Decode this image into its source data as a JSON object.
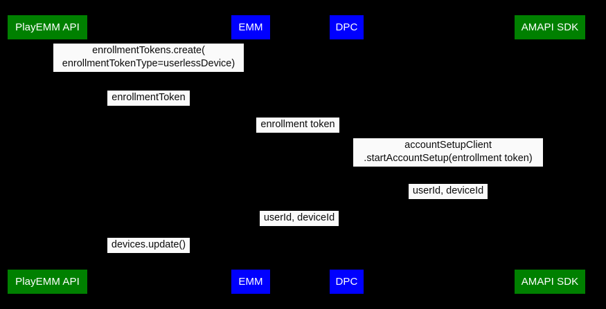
{
  "diagram": {
    "type": "uml-sequence-diagram",
    "background_color": "#000000",
    "label_background_color": "#fafafa",
    "label_text_color": "#0a0a0a",
    "participant_colors": {
      "green": "#008000",
      "blue": "#0000ff",
      "text": "#ffffff"
    },
    "participants": [
      {
        "id": "playemm-api",
        "label": "PlayEMM API",
        "color": "green"
      },
      {
        "id": "emm",
        "label": "EMM",
        "color": "blue"
      },
      {
        "id": "dpc",
        "label": "DPC",
        "color": "blue"
      },
      {
        "id": "amapi-sdk",
        "label": "AMAPI SDK",
        "color": "green"
      }
    ],
    "participants_footer": [
      {
        "id": "playemm-api-footer",
        "label": "PlayEMM API",
        "color": "green"
      },
      {
        "id": "emm-footer",
        "label": "EMM",
        "color": "blue"
      },
      {
        "id": "dpc-footer",
        "label": "DPC",
        "color": "blue"
      },
      {
        "id": "amapi-sdk-footer",
        "label": "AMAPI SDK",
        "color": "green"
      }
    ],
    "messages": [
      {
        "id": "msg-1",
        "from": "emm",
        "to": "playemm-api",
        "label": "enrollmentTokens.create(\nenrollmentTokenType=userlessDevice)"
      },
      {
        "id": "msg-2",
        "from": "playemm-api",
        "to": "emm",
        "label": "enrollmentToken"
      },
      {
        "id": "msg-3",
        "from": "emm",
        "to": "dpc",
        "label": "enrollment token"
      },
      {
        "id": "msg-4",
        "from": "dpc",
        "to": "amapi-sdk",
        "label": "accountSetupClient\n.startAccountSetup(entrollment token)"
      },
      {
        "id": "msg-5",
        "from": "amapi-sdk",
        "to": "dpc",
        "label": "userId, deviceId"
      },
      {
        "id": "msg-6",
        "from": "dpc",
        "to": "emm",
        "label": "userId, deviceId"
      },
      {
        "id": "msg-7",
        "from": "emm",
        "to": "playemm-api",
        "label": "devices.update()"
      }
    ]
  }
}
